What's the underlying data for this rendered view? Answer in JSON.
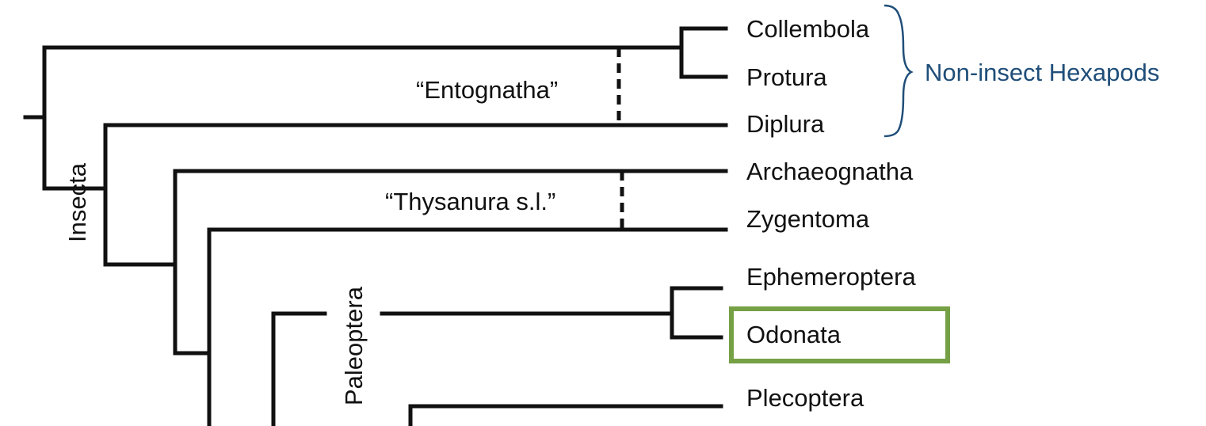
{
  "taxa": {
    "collembola": "Collembola",
    "protura": "Protura",
    "diplura": "Diplura",
    "archaeognatha": "Archaeognatha",
    "zygentoma": "Zygentoma",
    "ephemeroptera": "Ephemeroptera",
    "odonata": "Odonata",
    "plecoptera": "Plecoptera"
  },
  "clades": {
    "entognatha": "“Entognatha”",
    "thysanura": "“Thysanura s.l.”",
    "insecta": "Insecta",
    "paleoptera": "Paleoptera"
  },
  "bracket": {
    "label": "Non-insect Hexapods",
    "color": "#1f4e79"
  },
  "highlight": {
    "taxon": "Odonata",
    "color": "#76a045"
  }
}
